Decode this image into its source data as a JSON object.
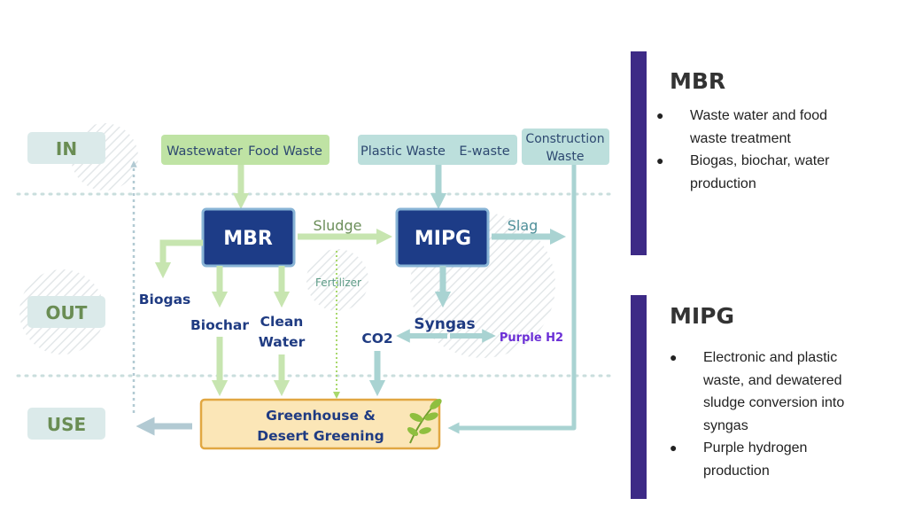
{
  "diagram": {
    "lanes": {
      "in": "IN",
      "out": "OUT",
      "use": "USE"
    },
    "inputs": {
      "wastewater": "Wastewater",
      "food_waste": "Food Waste",
      "plastic_waste": "Plastic Waste",
      "e_waste": "E-waste",
      "construction_waste_line1": "Construction",
      "construction_waste_line2": "Waste"
    },
    "processes": {
      "mbr": "MBR",
      "mipg": "MIPG"
    },
    "flows": {
      "sludge": "Sludge",
      "slag": "Slag",
      "fertilizer": "Fertilizer"
    },
    "outputs": {
      "biogas": "Biogas",
      "biochar": "Biochar",
      "clean_water_line1": "Clean",
      "clean_water_line2": "Water",
      "syngas": "Syngas",
      "co2": "CO2",
      "purple_h2": "Purple H2"
    },
    "use": {
      "line1": "Greenhouse &",
      "line2": "Desert Greening"
    }
  },
  "panels": [
    {
      "title": "MBR",
      "bullets": [
        [
          "Waste water and food",
          "waste treatment"
        ],
        [
          "Biogas, biochar, water",
          "production"
        ]
      ]
    },
    {
      "title": "MIPG",
      "bullets": [
        [
          "Electronic and plastic",
          "waste, and dewatered",
          "sludge conversion into",
          "syngas"
        ],
        [
          "Purple hydrogen",
          "production"
        ]
      ]
    }
  ],
  "colors": {
    "green_arrow": "#c7e5b0",
    "teal_arrow": "#a9d3d2",
    "input_green": "#bfe3a4",
    "input_teal": "#bcdfdc",
    "process_fill": "#1d3c87",
    "process_stroke": "#88b4d6",
    "use_fill": "#fbe6b7",
    "use_stroke": "#e1a742",
    "label_navy": "#1f3b82",
    "purple": "#6b2fd6",
    "panel_bar": "#3d2a86"
  }
}
